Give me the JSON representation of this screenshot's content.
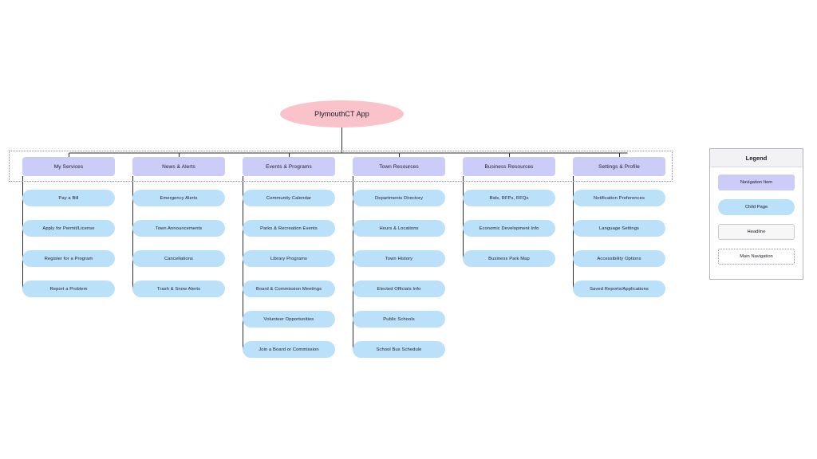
{
  "diagram": {
    "root": {
      "label": "PlymouthCT App",
      "shape": "ellipse",
      "color": "#fac3cb"
    },
    "columns": [
      {
        "nav_label": "My Services",
        "children": [
          "Pay a Bill",
          "Apply for Permit/License",
          "Register for a Program",
          "Report a Problem"
        ]
      },
      {
        "nav_label": "News & Alerts",
        "children": [
          "Emergency Alerts",
          "Town Announcements",
          "Cancellations",
          "Trash & Snow Alerts"
        ]
      },
      {
        "nav_label": "Events & Programs",
        "children": [
          "Community Calendar",
          "Parks & Recreation Events",
          "Library Programs",
          "Board & Commission Meetings",
          "Volunteer Opportunities",
          "Join a Board or Commission"
        ]
      },
      {
        "nav_label": "Town Resources",
        "children": [
          "Departments Directory",
          "Hours & Locations",
          "Town History",
          "Elected Officials Info",
          "Public Schools",
          "School Bus Schedule"
        ]
      },
      {
        "nav_label": "Business Resources",
        "children": [
          "Bids, RFPs, RFQs",
          "Economic Development Info",
          "Business Park Map"
        ]
      },
      {
        "nav_label": "Settings & Profile",
        "children": [
          "Notification Preferences",
          "Language Settings",
          "Accessibility Options",
          "Saved Reports/Applications"
        ]
      }
    ]
  },
  "legend": {
    "title": "Legend",
    "items": [
      {
        "label": "Navigation Item",
        "color": "#ccccf8"
      },
      {
        "label": "Child Page",
        "color": "#bbe1fa"
      },
      {
        "label": "Headline",
        "color": "#f7f7f8"
      },
      {
        "label": "Main Navigation",
        "color": "#ffffff"
      }
    ]
  },
  "colors": {
    "root_pink": "#fac3cb",
    "nav_lavender": "#ccccf8",
    "child_blue": "#bbe1fa",
    "connector": "#2b2b33",
    "dotted_border": "#8d8d9a"
  }
}
